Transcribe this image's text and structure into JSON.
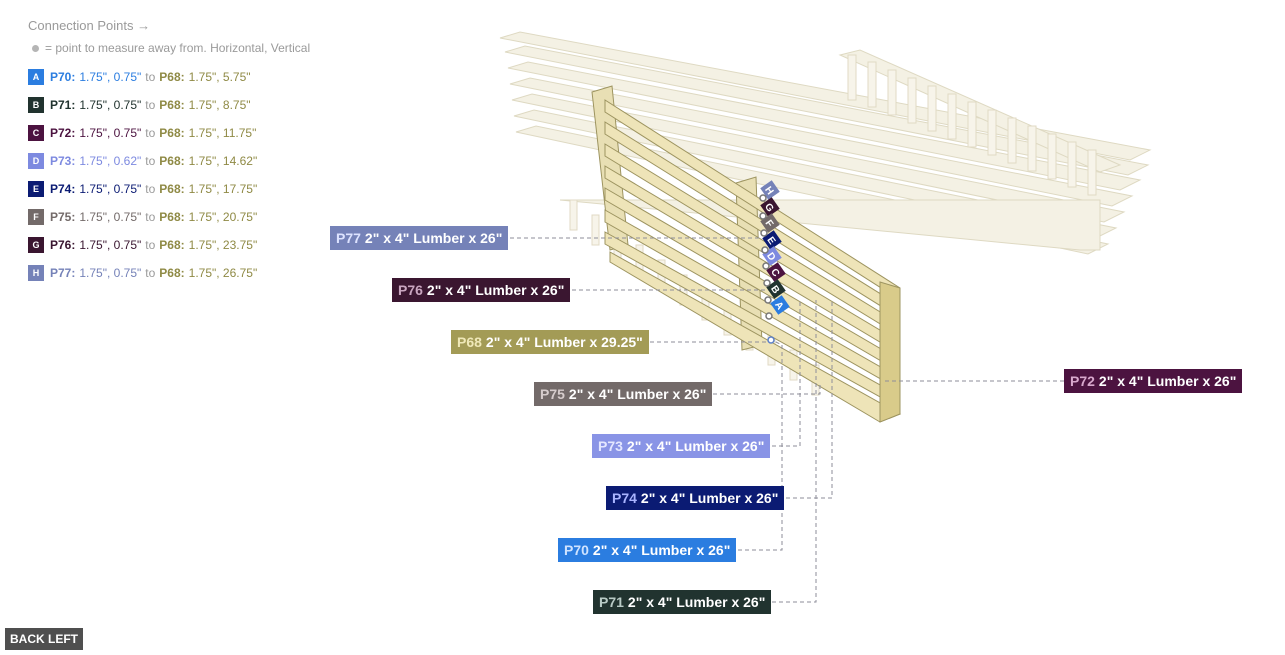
{
  "legend": {
    "title": "Connection Points →",
    "note": "= point to measure away from. Horizontal, Vertical",
    "to_word": "to",
    "rows": [
      {
        "letter": "A",
        "color": "#2b7de0",
        "pid": "P70:",
        "from": "1.75\", 0.75\"",
        "target": "P68:",
        "target_val": "1.75\", 5.75\""
      },
      {
        "letter": "B",
        "color": "#21332f",
        "pid": "P71:",
        "from": "1.75\", 0.75\"",
        "target": "P68:",
        "target_val": "1.75\", 8.75\""
      },
      {
        "letter": "C",
        "color": "#4c1340",
        "pid": "P72:",
        "from": "1.75\", 0.75\"",
        "target": "P68:",
        "target_val": "1.75\", 11.75\""
      },
      {
        "letter": "D",
        "color": "#7d8ae0",
        "pid": "P73:",
        "from": "1.75\", 0.62\"",
        "target": "P68:",
        "target_val": "1.75\", 14.62\""
      },
      {
        "letter": "E",
        "color": "#0b1b73",
        "pid": "P74:",
        "from": "1.75\", 0.75\"",
        "target": "P68:",
        "target_val": "1.75\", 17.75\""
      },
      {
        "letter": "F",
        "color": "#736a69",
        "pid": "P75:",
        "from": "1.75\", 0.75\"",
        "target": "P68:",
        "target_val": "1.75\", 20.75\""
      },
      {
        "letter": "G",
        "color": "#3a1630",
        "pid": "P76:",
        "from": "1.75\", 0.75\"",
        "target": "P68:",
        "target_val": "1.75\", 23.75\""
      },
      {
        "letter": "H",
        "color": "#7582b8",
        "pid": "P77:",
        "from": "1.75\", 0.75\"",
        "target": "P68:",
        "target_val": "1.75\", 26.75\""
      }
    ]
  },
  "labels": [
    {
      "id": "P77",
      "text": "2\" x 4\" Lumber  x 26\"",
      "color": "#7582b8",
      "idcolor": "#dde3ff"
    },
    {
      "id": "P76",
      "text": "2\" x 4\" Lumber  x 26\"",
      "color": "#3a1630",
      "idcolor": "#c9a6c0"
    },
    {
      "id": "P68",
      "text": "2\" x 4\" Lumber  x 29.25\"",
      "color": "#a39b56",
      "idcolor": "#efe8b8"
    },
    {
      "id": "P75",
      "text": "2\" x 4\" Lumber  x 26\"",
      "color": "#736a69",
      "idcolor": "#d6cccc"
    },
    {
      "id": "P73",
      "text": "2\" x 4\" Lumber  x 26\"",
      "color": "#8994e6",
      "idcolor": "#e4e7ff"
    },
    {
      "id": "P74",
      "text": "2\" x 4\" Lumber  x 26\"",
      "color": "#0b1b73",
      "idcolor": "#a9b4ff"
    },
    {
      "id": "P70",
      "text": "2\" x 4\" Lumber  x 26\"",
      "color": "#2b7de0",
      "idcolor": "#cfe3ff"
    },
    {
      "id": "P71",
      "text": "2\" x 4\" Lumber  x 26\"",
      "color": "#21332f",
      "idcolor": "#b9cbc6"
    },
    {
      "id": "P72",
      "text": "2\" x 4\" Lumber  x 26\"",
      "color": "#4c1340",
      "idcolor": "#d8a8cd"
    }
  ],
  "markers": [
    "H",
    "G",
    "F",
    "E",
    "D",
    "C",
    "B",
    "A"
  ],
  "back_button": "BACK LEFT"
}
